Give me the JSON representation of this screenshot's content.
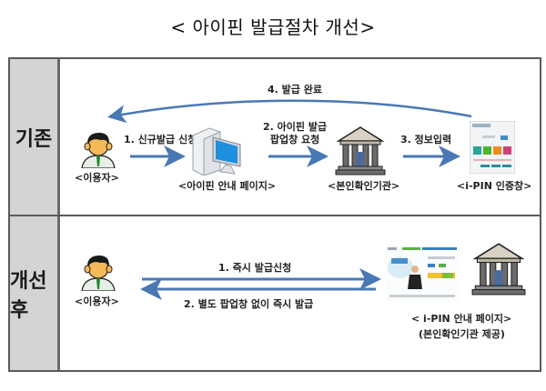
{
  "title": "< 아이핀 발급절차 개선>",
  "rows": [
    {
      "label": "기존",
      "nodes": {
        "user": "<이용자>",
        "guide_page": "<아이핀 안내 페이지>",
        "agency": "<본인확인기관>",
        "auth_window": "<i-PIN 인증창>"
      },
      "steps": {
        "step1": "1. 신규발급 신청",
        "step2_line1": "2. 아이핀 발급",
        "step2_line2": "팝업창 요청",
        "step3": "3. 정보입력",
        "step4": "4. 발급 완료"
      }
    },
    {
      "label": "개선후",
      "nodes": {
        "user": "<이용자>",
        "guide_page": "< i-PIN 안내 페이지>",
        "guide_page_sub": "(본인확인기관 제공)"
      },
      "steps": {
        "step1": "1.  즉시 발급신청",
        "step2": "2. 별도 팝업창 없이 즉시 발급"
      }
    }
  ],
  "colors": {
    "arrow": "#4a78b5",
    "label_bg": "#d4d4d4",
    "border": "#5a5a5a"
  }
}
